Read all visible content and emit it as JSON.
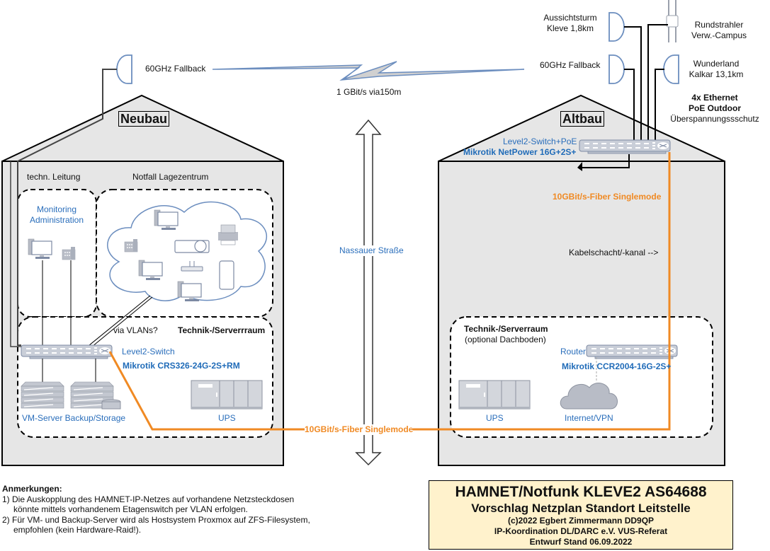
{
  "title_block": {
    "line1": "HAMNET/Notfunk KLEVE2 AS64688",
    "line2": "Vorschlag Netzplan Standort Leitstelle",
    "line3": "(c)2022 Egbert Zimmermann DD9QP",
    "line4": "IP-Koordination DL/DARC e.V. VUS-Referat",
    "line5": "Entwurf Stand 06.09.2022",
    "background": "#fff2cc"
  },
  "notes": {
    "heading": "Anmerkungen:",
    "items": [
      {
        "line1": "1) Die Auskopplung des HAMNET-IP-Netzes auf vorhandene Netzsteckdosen",
        "line2": "könnte mittels vorhandenem Etagenswitch per VLAN erfolgen."
      },
      {
        "line1": "2) Für VM- und Backup-Server wird als Hostsystem Proxmox auf ZFS-Filesystem,",
        "line2": "empfohlen (kein Hardware-Raid!)."
      }
    ]
  },
  "link": {
    "left_antenna_label": "60GHz Fallback",
    "right_antenna_label": "60GHz Fallback",
    "wireless_label": "1 GBit/s via150m",
    "street_label": "Nassauer Straße",
    "fiber_label": "10GBit/s-Fiber Singlemode"
  },
  "neubau": {
    "name": "Neubau",
    "zone_leitung": "techn. Leitung",
    "zone_lagezentrum": "Notfall Lagezentrum",
    "monitoring_label": "Monitoring\nAdministration",
    "monitoring_line1": "Monitoring",
    "monitoring_line2": "Administration",
    "vlan_label": "via VLANs?",
    "server_room": "Technik-/Serverrraum",
    "switch_label": "Level2-Switch",
    "switch_model": "Mikrotik CRS326-24G-2S+RM",
    "servers_label": "VM-Server Backup/Storage",
    "ups_label": "UPS"
  },
  "altbau": {
    "name": "Altbau",
    "antennas": [
      {
        "line1": "Aussichtsturm",
        "line2": "Kleve 1,8km"
      },
      {
        "line1": "Rundstrahler",
        "line2": "Verw.-Campus"
      },
      {
        "line1": "Wunderland",
        "line2": "Kalkar 13,1km"
      }
    ],
    "ethernet_note": {
      "line1": "4x Ethernet",
      "line2": "PoE Outdoor",
      "line3": "Überspannungssschutz"
    },
    "poe_switch_label": "Level2-Switch+PoE",
    "poe_switch_model": "Mikrotik NetPower 16G+2S+",
    "fiber_label": "10GBit/s-Fiber Singlemode",
    "cable_label": "Kabelschacht/-kanal -->",
    "server_room": "Technik-/Serverraum",
    "server_room_note": "(optional Dachboden)",
    "router_label": "Router",
    "router_model": "Mikrotik CCR2004-16G-2S+",
    "ups_label": "UPS",
    "internet_label": "Internet/VPN"
  },
  "colors": {
    "fiber": "#f08a24",
    "device_blue": "#2a6ebb",
    "building_fill": "#e6e6e6",
    "antenna_stroke": "#6c8ebf"
  }
}
